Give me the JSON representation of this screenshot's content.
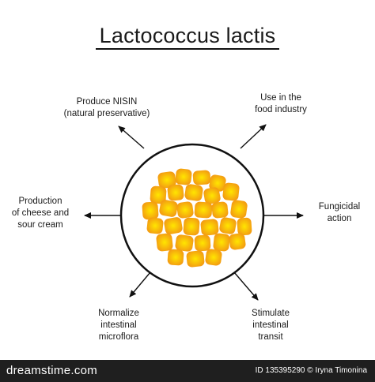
{
  "title": "Lactococcus lactis",
  "labels": {
    "nisin": [
      "Produce NISIN",
      "(natural preservative)"
    ],
    "food_industry": [
      "Use in the",
      "food industry"
    ],
    "cheese": [
      "Production",
      "of cheese and",
      "sour cream"
    ],
    "fungicidal": [
      "Fungicidal",
      "action"
    ],
    "microflora": [
      "Normalize",
      "intestinal",
      "microflora"
    ],
    "transit": [
      "Stimulate",
      "intestinal",
      "transit"
    ]
  },
  "colors": {
    "cell_outer": "#f39c12",
    "cell_inner": "#ffe600",
    "outline": "#111111"
  },
  "footer": {
    "brand": "dreamstime.com",
    "credit": "ID 135395290 © Iryna Timonina"
  }
}
